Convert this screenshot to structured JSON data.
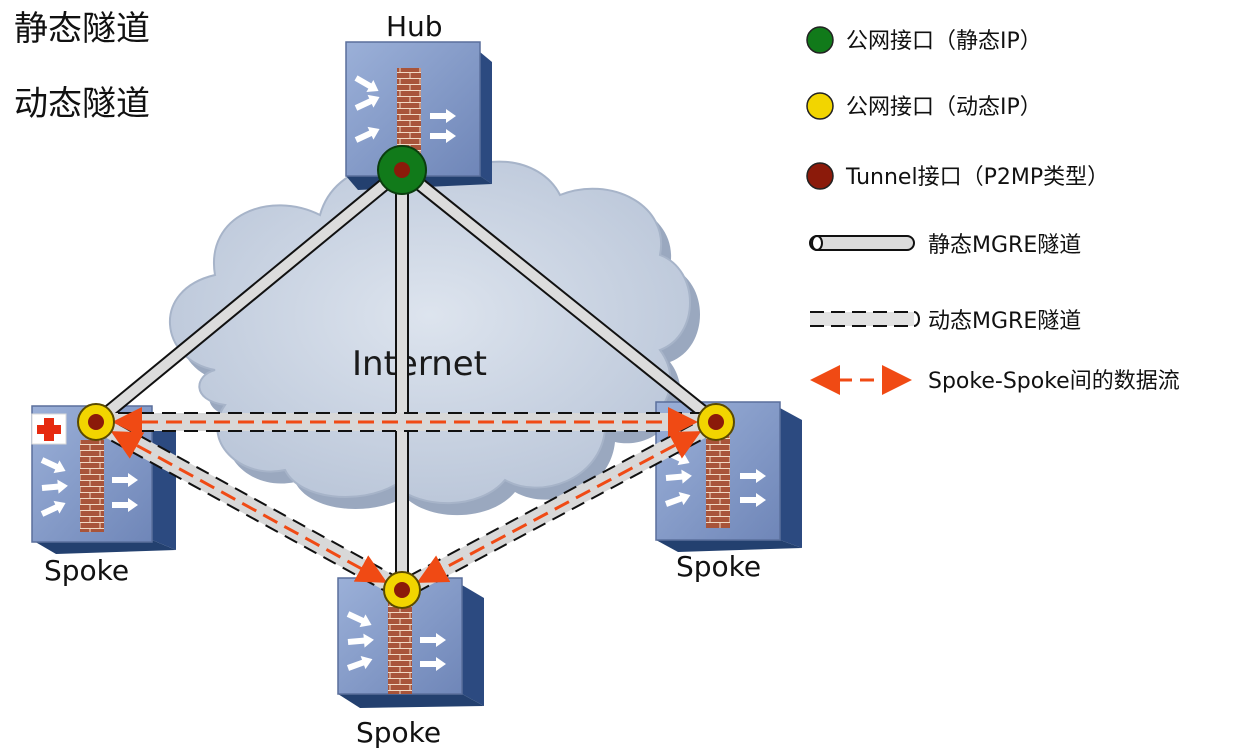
{
  "titles": {
    "static_tunnel": "静态隧道",
    "dynamic_tunnel": "动态隧道"
  },
  "nodes": {
    "hub": "Hub",
    "cloud": "Internet",
    "spoke_left": "Spoke",
    "spoke_right": "Spoke",
    "spoke_bottom": "Spoke"
  },
  "legend": [
    {
      "label": "公网接口（静态IP）",
      "symbol": "green-dot-icon"
    },
    {
      "label": "公网接口（动态IP）",
      "symbol": "yellow-dot-icon"
    },
    {
      "label": "Tunnel接口（P2MP类型）",
      "symbol": "darkred-dot-icon"
    },
    {
      "label": "静态MGRE隧道",
      "symbol": "solid-tunnel-icon"
    },
    {
      "label": "动态MGRE隧道",
      "symbol": "dashed-tunnel-icon"
    },
    {
      "label": "Spoke-Spoke间的数据流",
      "symbol": "red-dashed-arrow-icon"
    }
  ],
  "colors": {
    "static_ip": "#117a1a",
    "dynamic_ip": "#f2d500",
    "tunnel_if": "#8b1a0a",
    "flow": "#f04a14",
    "device_face": "#7e95c4",
    "device_side": "#2c4a80",
    "brick": "#a8543a",
    "cloud": "#c9d3e2"
  }
}
